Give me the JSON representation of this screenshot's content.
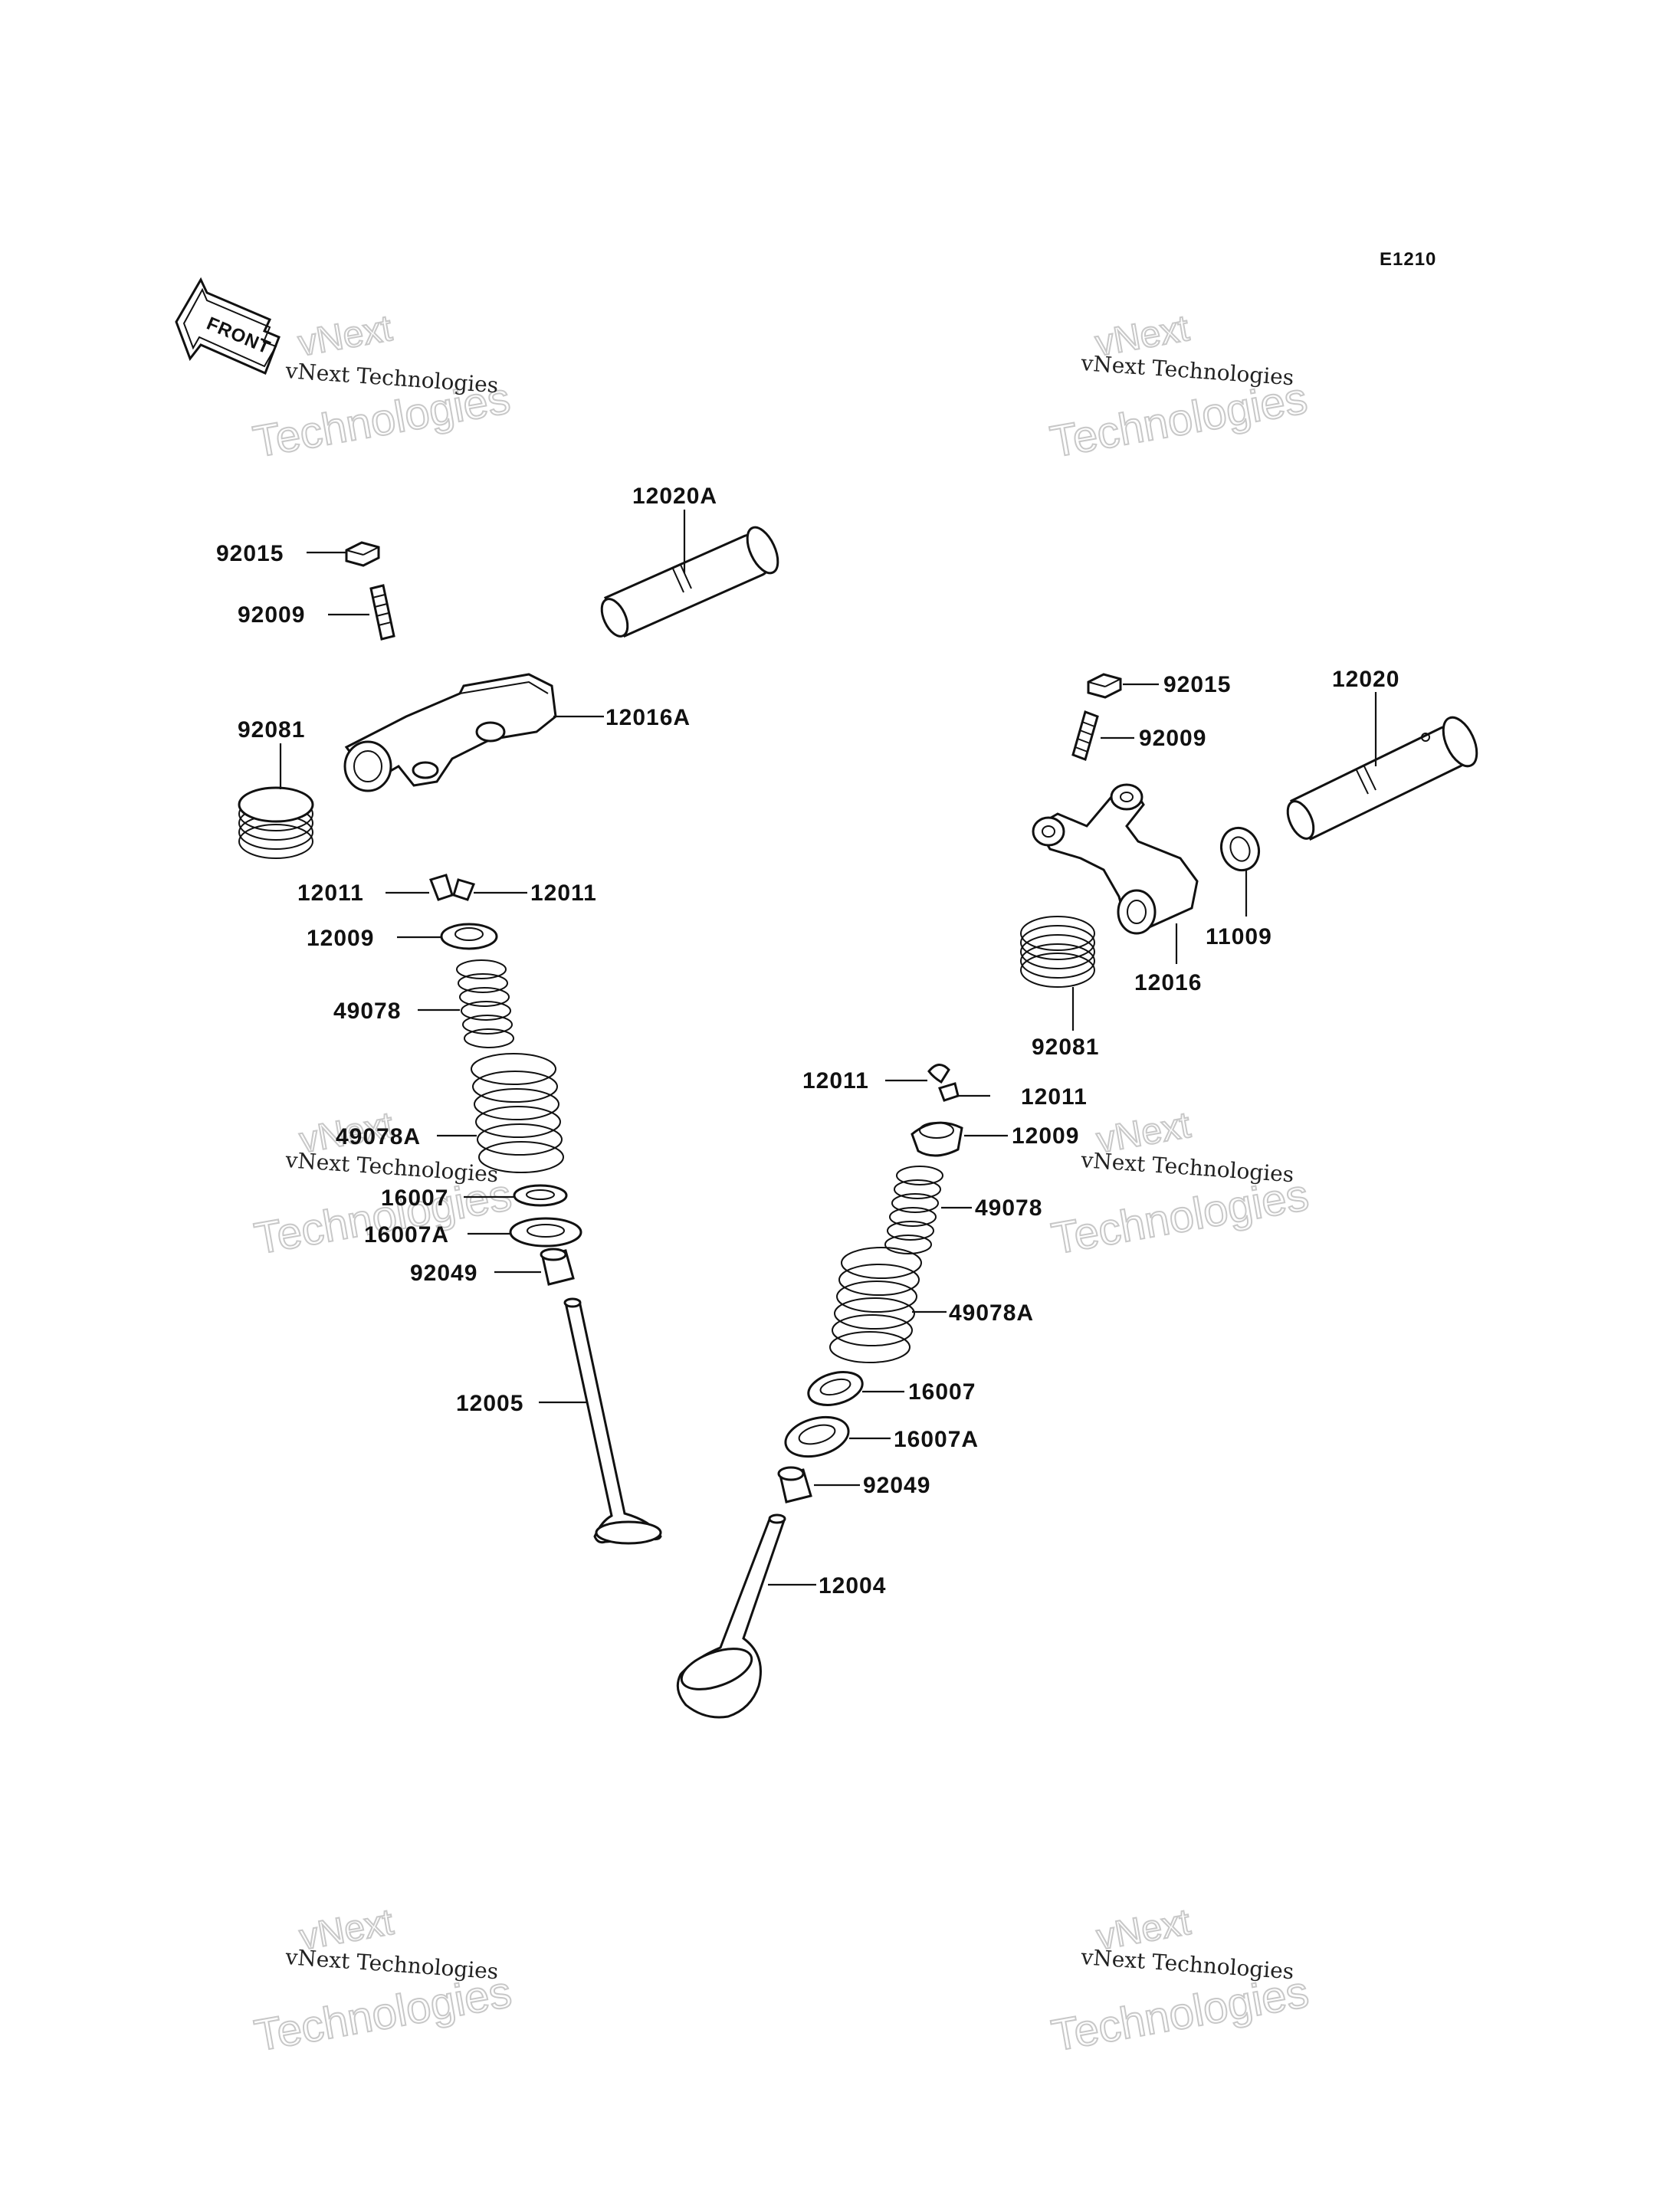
{
  "diagram_code": "E1210",
  "front_label": "FRONT",
  "watermark": {
    "line1": "vNext",
    "line2": "vNext Technologies",
    "line3": "Technologies"
  },
  "parts": {
    "l_12020A": "12020A",
    "l_92015": "92015",
    "l_92009": "92009",
    "l_92081": "92081",
    "l_12016A": "12016A",
    "l_12011a": "12011",
    "l_12011b": "12011",
    "l_12009": "12009",
    "l_49078": "49078",
    "l_49078A": "49078A",
    "l_16007": "16007",
    "l_16007A": "16007A",
    "l_92049": "92049",
    "l_12005": "12005",
    "r_92015": "92015",
    "r_92009": "92009",
    "r_12020": "12020",
    "r_11009": "11009",
    "r_12016": "12016",
    "r_92081": "92081",
    "r_12011a": "12011",
    "r_12011b": "12011",
    "r_12009": "12009",
    "r_49078": "49078",
    "r_49078A": "49078A",
    "r_16007": "16007",
    "r_16007A": "16007A",
    "r_92049": "92049",
    "r_12004": "12004"
  }
}
